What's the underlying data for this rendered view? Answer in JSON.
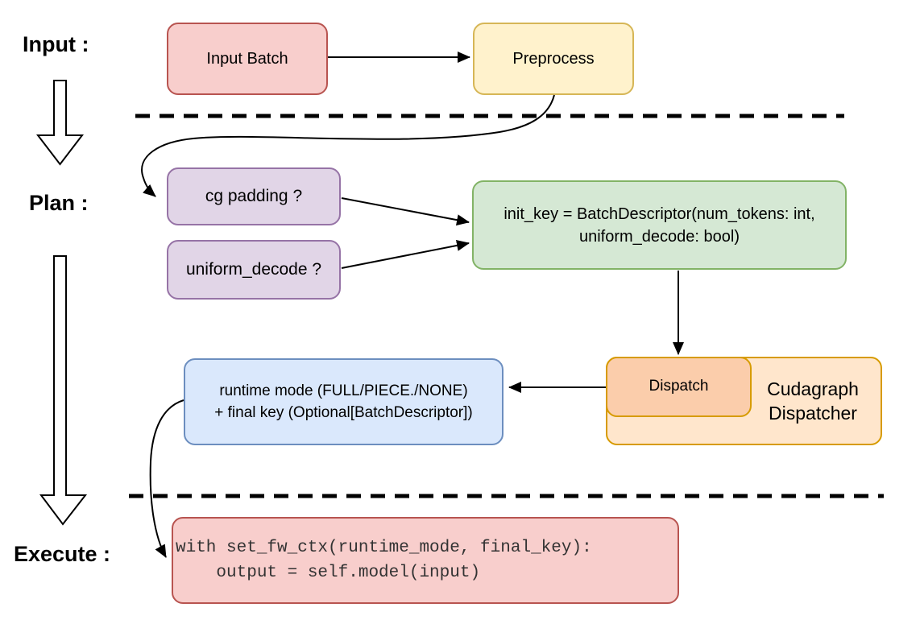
{
  "stages": {
    "input_label": "Input :",
    "plan_label": "Plan :",
    "execute_label": "Execute :"
  },
  "nodes": {
    "input_batch": {
      "label": "Input Batch"
    },
    "preprocess": {
      "label": "Preprocess"
    },
    "cg_padding": {
      "label": "cg padding ?"
    },
    "uniform_decode": {
      "label": "uniform_decode ?"
    },
    "init_key": {
      "line1": "init_key = BatchDescriptor(num_tokens: int,",
      "line2": "uniform_decode: bool)"
    },
    "dispatch": {
      "label": "Dispatch"
    },
    "cudagraph_dispatcher": {
      "line1": "Cudagraph",
      "line2": "Dispatcher"
    },
    "runtime_mode": {
      "line1": "runtime mode (FULL/PIECE./NONE)",
      "line2": "+ final key (Optional[BatchDescriptor])"
    },
    "execute_code": {
      "line1": "with set_fw_ctx(runtime_mode, final_key):",
      "line2": "    output = self.model(input)"
    }
  },
  "colors": {
    "red_fill": "#f8cecc",
    "red_stroke": "#b85450",
    "yellow_fill": "#fff2cc",
    "yellow_stroke": "#d6b656",
    "purple_fill": "#e1d5e7",
    "purple_stroke": "#9673a6",
    "green_fill": "#d5e8d4",
    "green_stroke": "#82b366",
    "orange_fill": "#ffe6cc",
    "orange_stroke": "#d79b00",
    "peach_fill": "#fbcdab",
    "blue_fill": "#dae8fc",
    "blue_stroke": "#6c8ebf",
    "arrow": "#000000",
    "background": "#ffffff"
  }
}
